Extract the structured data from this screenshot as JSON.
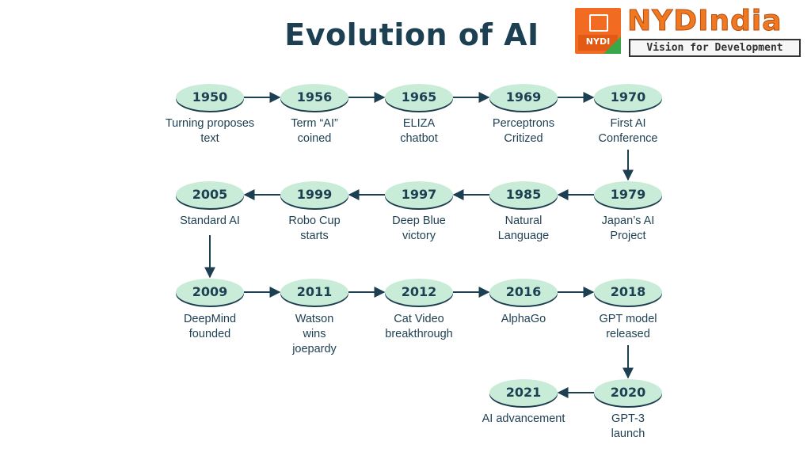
{
  "title": "Evolution of AI",
  "logo": {
    "box_text": "NYDI",
    "brand": "NYDIndia",
    "tagline": "Vision for Development",
    "colors": {
      "orange": "#f26b22",
      "green": "#3aa84a"
    }
  },
  "colors": {
    "node_fill": "#c9ecd9",
    "text": "#1d3f52",
    "arrow": "#1d3f52"
  },
  "events": [
    {
      "year": "1950",
      "caption": "Turning proposes\ntext"
    },
    {
      "year": "1956",
      "caption": "Term “AI”\ncoined"
    },
    {
      "year": "1965",
      "caption": "ELIZA\nchatbot"
    },
    {
      "year": "1969",
      "caption": "Perceptrons\nCritized"
    },
    {
      "year": "1970",
      "caption": "First AI\nConference"
    },
    {
      "year": "1979",
      "caption": "Japan’s AI\nProject"
    },
    {
      "year": "1985",
      "caption": "Natural\nLanguage"
    },
    {
      "year": "1997",
      "caption": "Deep Blue\nvictory"
    },
    {
      "year": "1999",
      "caption": "Robo Cup\nstarts"
    },
    {
      "year": "2005",
      "caption": "Standard AI"
    },
    {
      "year": "2009",
      "caption": "DeepMind\nfounded"
    },
    {
      "year": "2011",
      "caption": "Watson\nwins\njoepardy"
    },
    {
      "year": "2012",
      "caption": "Cat Video\nbreakthrough"
    },
    {
      "year": "2016",
      "caption": "AlphaGo"
    },
    {
      "year": "2018",
      "caption": "GPT model\nreleased"
    },
    {
      "year": "2020",
      "caption": "GPT-3\nlaunch"
    },
    {
      "year": "2021",
      "caption": "AI advancement"
    }
  ]
}
